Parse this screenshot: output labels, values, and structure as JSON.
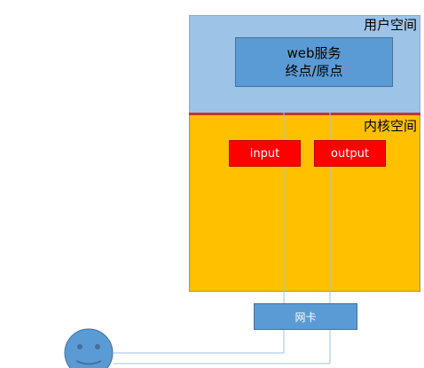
{
  "user_space": {
    "label": "用户空间"
  },
  "kernel_space": {
    "label": "内核空间"
  },
  "web_service": {
    "line1": "web服务",
    "line2": "终点/原点"
  },
  "hooks": {
    "input": "input",
    "output": "output"
  },
  "nic": {
    "label": "网卡"
  },
  "colors": {
    "user_space": "#9dc3e6",
    "kernel_space": "#ffc000",
    "divider": "#c0392b",
    "web_service": "#5b9bd5",
    "hook": "#ff0000",
    "nic": "#5b9bd5",
    "client": "#5b9bd5",
    "connector": "#9dc3e6"
  },
  "client": {
    "icon": "smiley-face-icon"
  }
}
